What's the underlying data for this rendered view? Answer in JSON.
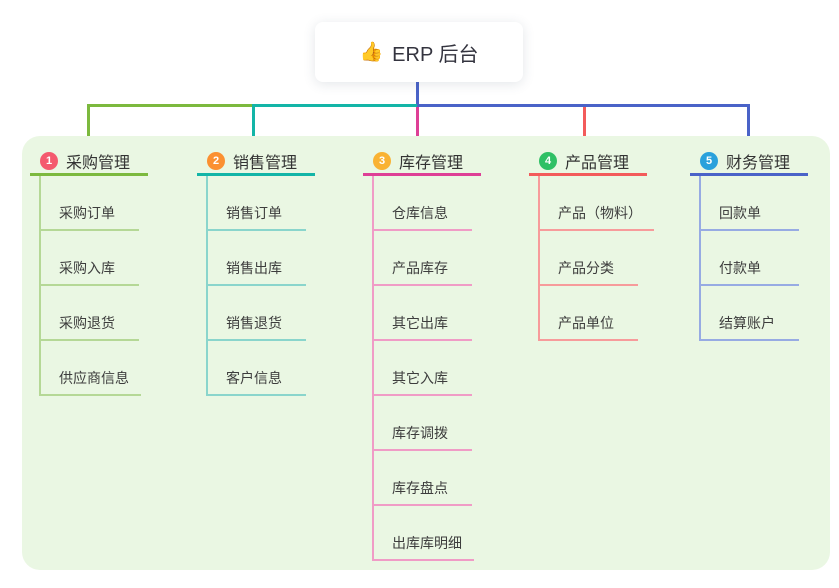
{
  "root": {
    "icon": "👍",
    "title": "ERP 后台"
  },
  "branches": [
    {
      "number": "1",
      "title": "采购管理",
      "line_color": "#7cb93e",
      "badge_color": "#f45a6e",
      "children": [
        "采购订单",
        "采购入库",
        "采购退货",
        "供应商信息"
      ]
    },
    {
      "number": "2",
      "title": "销售管理",
      "line_color": "#13b5a7",
      "badge_color": "#fb9031",
      "children": [
        "销售订单",
        "销售出库",
        "销售退货",
        "客户信息"
      ]
    },
    {
      "number": "3",
      "title": "库存管理",
      "line_color": "#de3f96",
      "badge_color": "#f9b233",
      "children": [
        "仓库信息",
        "产品库存",
        "其它出库",
        "其它入库",
        "库存调拨",
        "库存盘点",
        "出库库明细"
      ]
    },
    {
      "number": "4",
      "title": "产品管理",
      "line_color": "#f35b5b",
      "badge_color": "#2fc065",
      "children": [
        "产品（物料）",
        "产品分类",
        "产品单位"
      ]
    },
    {
      "number": "5",
      "title": "财务管理",
      "line_color": "#4a63c8",
      "badge_color": "#2aa1dc",
      "children": [
        "回款单",
        "付款单",
        "结算账户"
      ]
    }
  ],
  "colors": {
    "panel_background": "#eaf7e3",
    "root_connector": "#4a63c8",
    "canvas_background": "#ffffff"
  }
}
